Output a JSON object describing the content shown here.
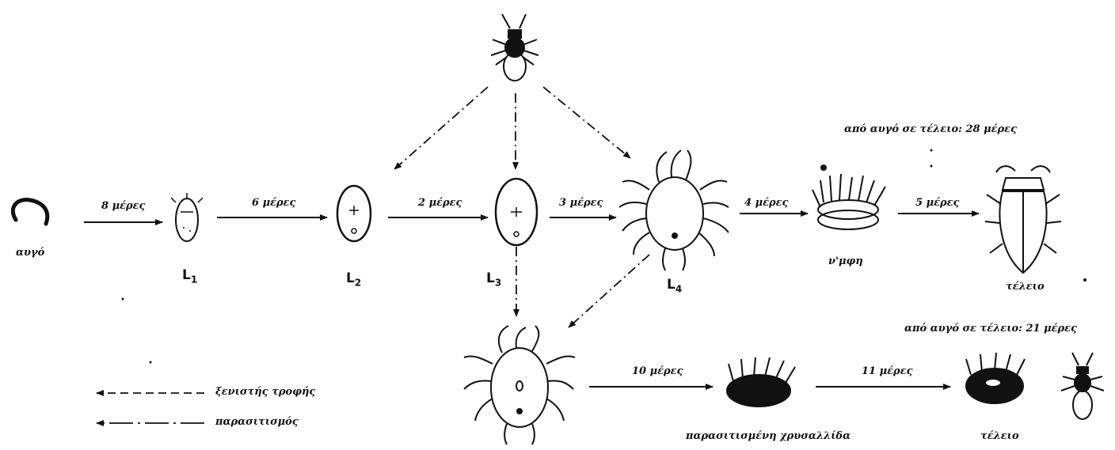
{
  "stages": {
    "egg": "αυγό",
    "l1": "L1",
    "l2": "L2",
    "l3": "L3",
    "l4": "L4",
    "pupa": "ν'μφη",
    "adult": "τέλειο",
    "parasitized_pupa": "παρασιτισμένη χρυσαλλίδα",
    "parasitoid_adult": "τέλειο"
  },
  "durations": {
    "egg_l1": "8 μέρες",
    "l1_l2": "6 μέρες",
    "l2_l3": "2 μέρες",
    "l3_l4": "3 μέρες",
    "l4_pupa": "4 μέρες",
    "pupa_adult": "5 μέρες",
    "host_to_parasitized_pupa": "10 μέρες",
    "parasitized_pupa_to_adult": "11 μέρες"
  },
  "totals": {
    "host": "από αυγό σε τέλειο: 28 μέρες",
    "parasitoid": "από αυγό σε τέλειο: 21 μέρες"
  },
  "legend": {
    "dashed": "ξενιστής τροφής",
    "dash_dot": "παρασιτισμός"
  }
}
